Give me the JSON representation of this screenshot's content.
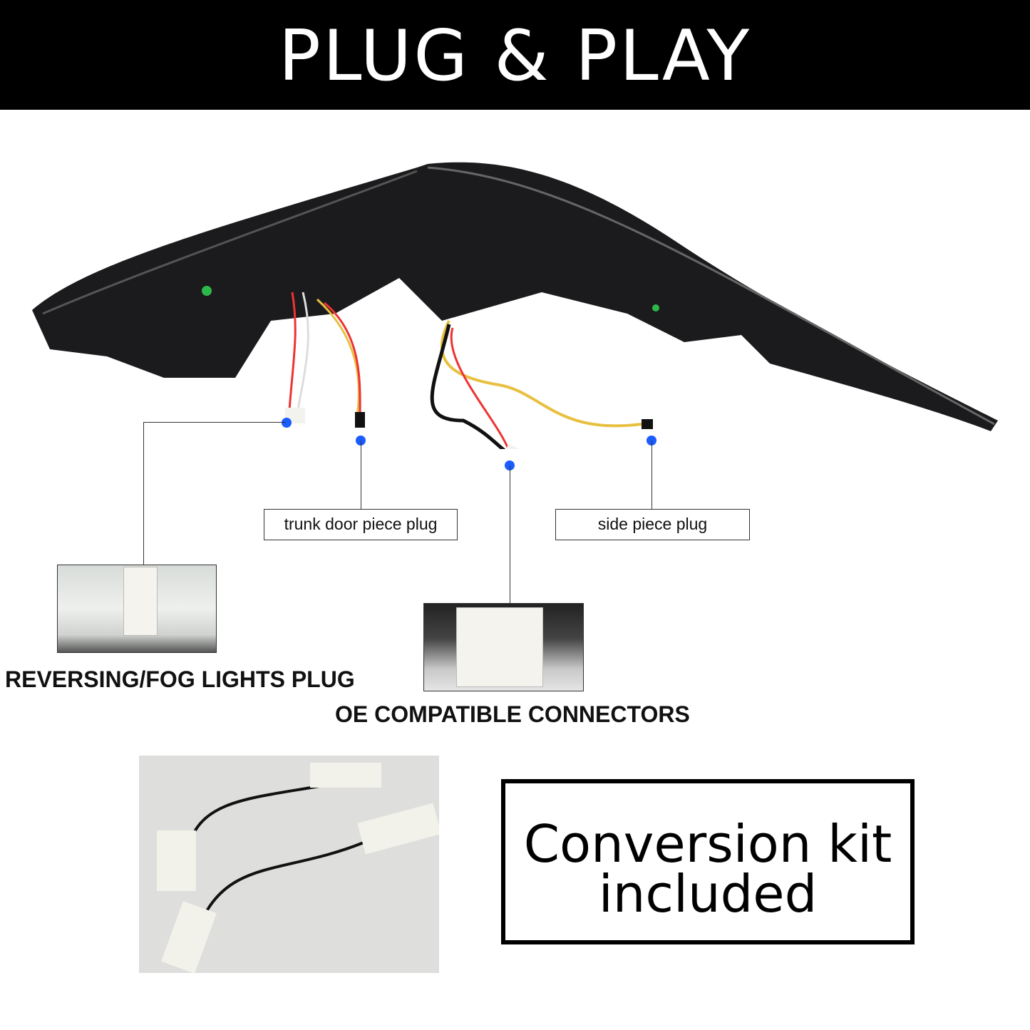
{
  "header": {
    "title": "PLUG & PLAY"
  },
  "callouts": {
    "trunk": "trunk door piece plug",
    "side": "side piece plug"
  },
  "captions": {
    "reversing": "REVERSING/FOG LIGHTS PLUG",
    "oe": "OE COMPATIBLE CONNECTORS"
  },
  "kit": {
    "line1": "Conversion kit",
    "line2": "included"
  },
  "colors": {
    "dot": "#1a5cff",
    "header_bg": "#000000"
  }
}
